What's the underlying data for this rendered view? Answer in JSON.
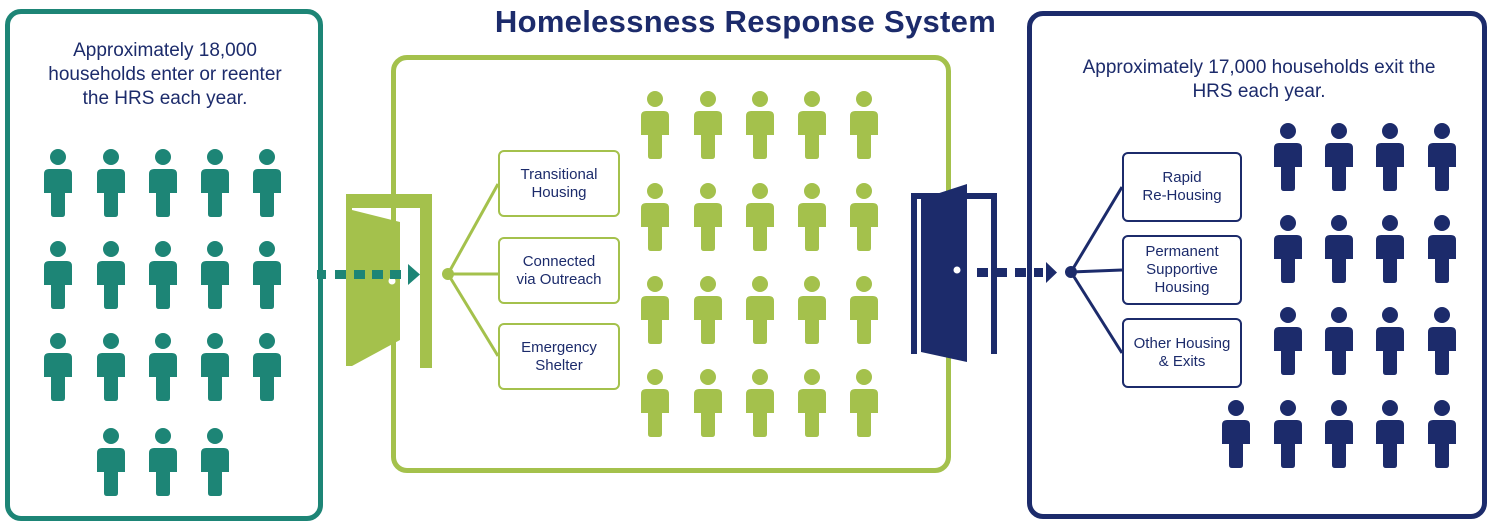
{
  "title": "Homelessness Response System",
  "left": {
    "text": "Approximately 18,000 households enter or reenter the HRS each year.",
    "color": "#1d8576",
    "households_icons": 18
  },
  "middle": {
    "color": "#a4c14c",
    "programs": [
      "Transitional\nHousing",
      "Connected\nvia Outreach",
      "Emergency\nShelter"
    ],
    "households_icons": 20
  },
  "right": {
    "text": "Approximately 17,000 households exit the HRS each year.",
    "color": "#1c2b6b",
    "exits": [
      "Rapid\nRe-Housing",
      "Permanent\nSupportive\nHousing",
      "Other Housing\n& Exits"
    ],
    "households_icons": 17
  },
  "icons": [
    "person-icon",
    "door-icon",
    "arrow-right-icon"
  ]
}
